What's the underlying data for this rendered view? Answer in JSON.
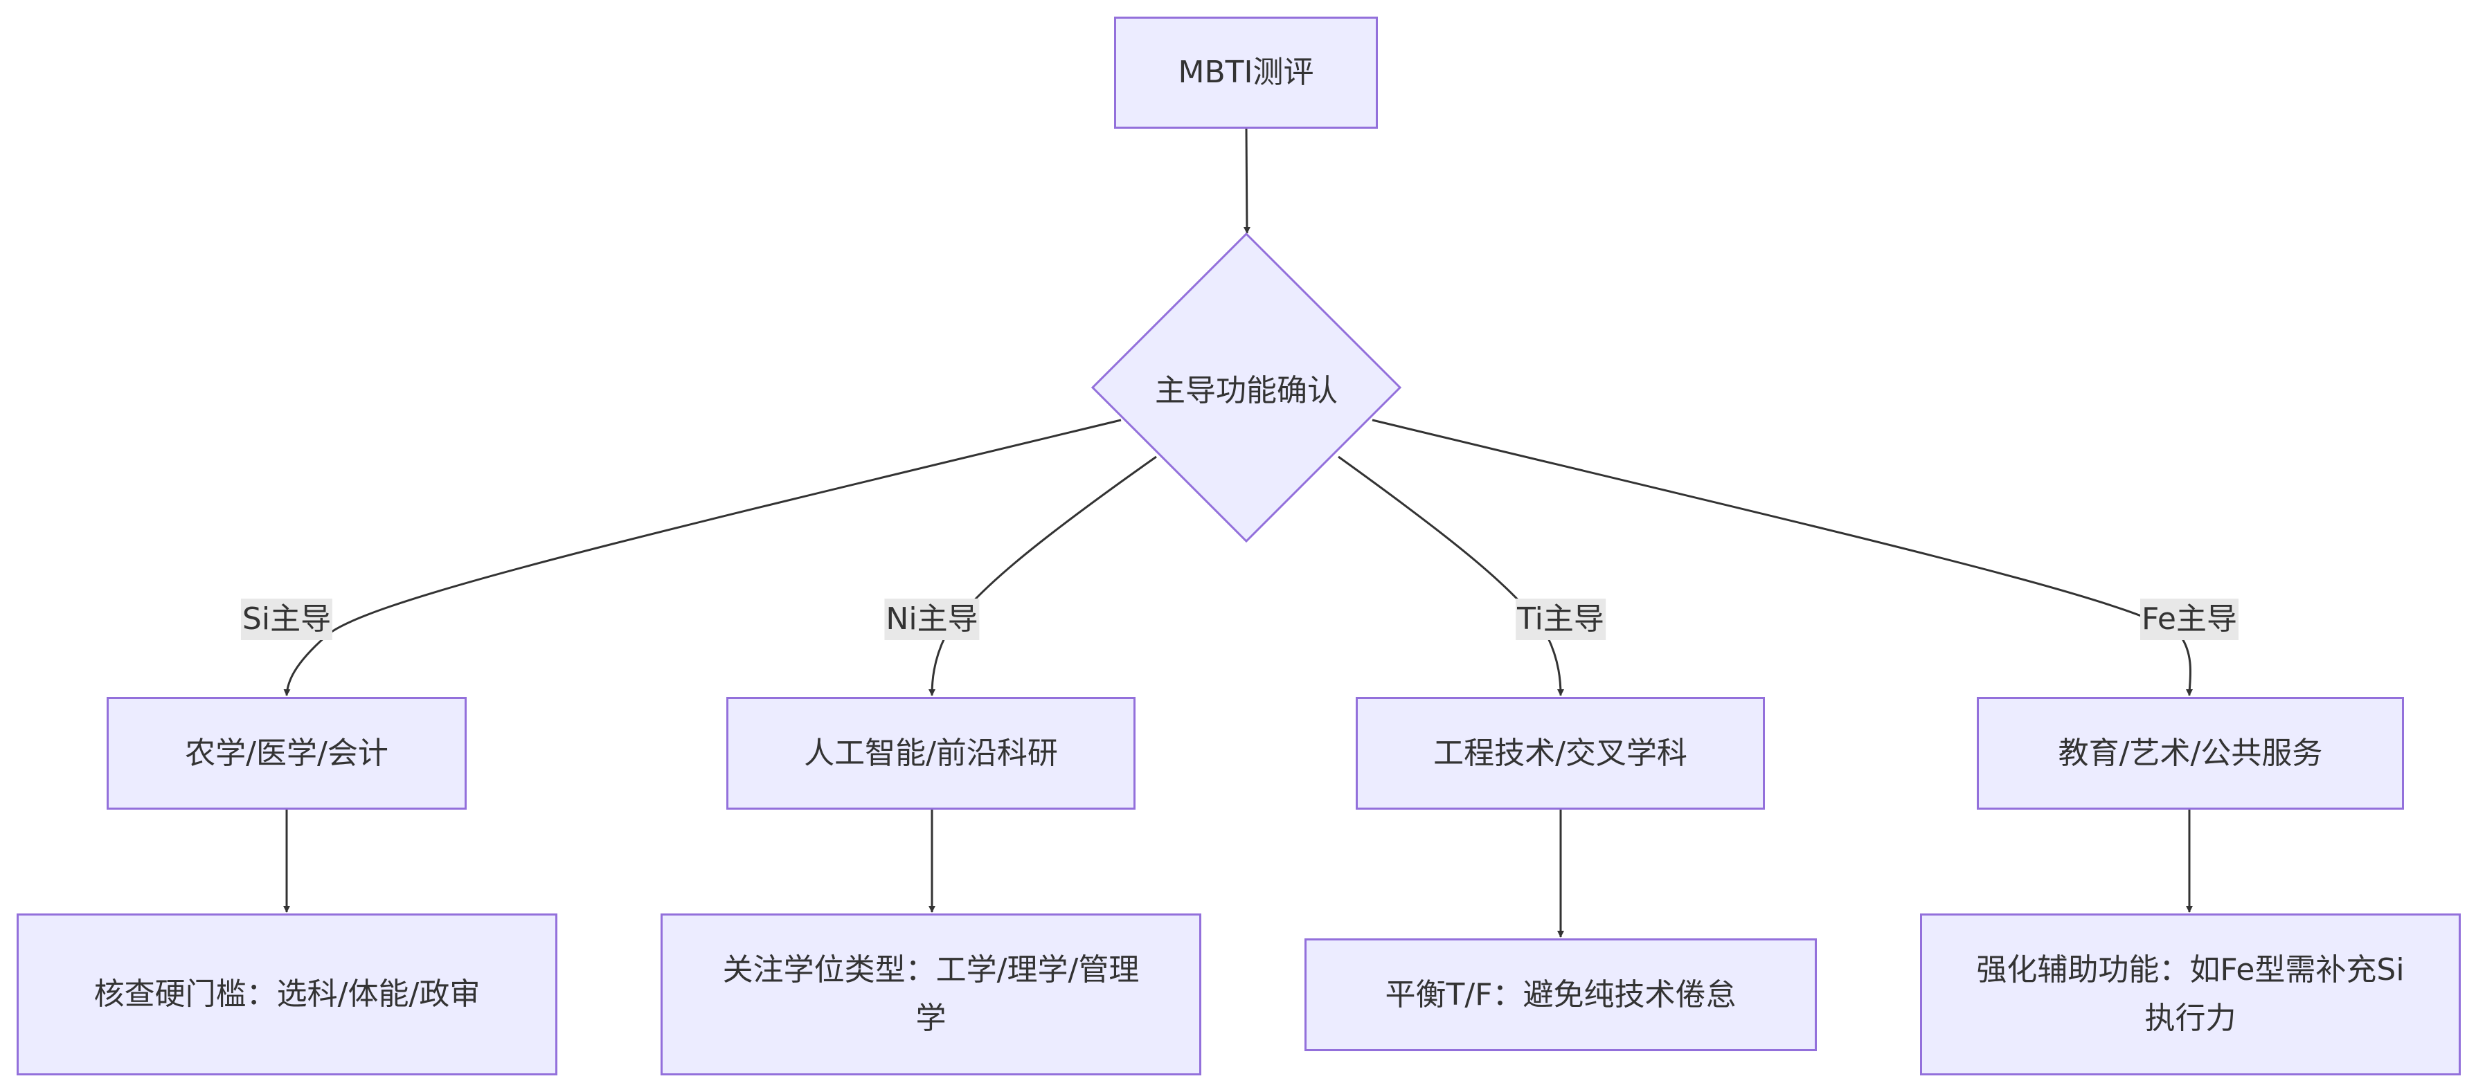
{
  "colors": {
    "node_fill": "#ECECFF",
    "node_border": "#9370DB",
    "edge": "#333333",
    "label_bg": "#e8e8e8"
  },
  "nodes": {
    "start": "MBTI测评",
    "decision": "主导功能确认",
    "branch_si": "农学/医学/会计",
    "branch_ni": "人工智能/前沿科研",
    "branch_ti": "工程技术/交叉学科",
    "branch_fe": "教育/艺术/公共服务",
    "advice_si": "核查硬门槛：选科/体能/政审",
    "advice_ni": "关注学位类型：工学/理学/管理学",
    "advice_ti": "平衡T/F：避免纯技术倦怠",
    "advice_fe": "强化辅助功能：如Fe型需补充Si执行力"
  },
  "edge_labels": {
    "si": "Si主导",
    "ni": "Ni主导",
    "ti": "Ti主导",
    "fe": "Fe主导"
  }
}
